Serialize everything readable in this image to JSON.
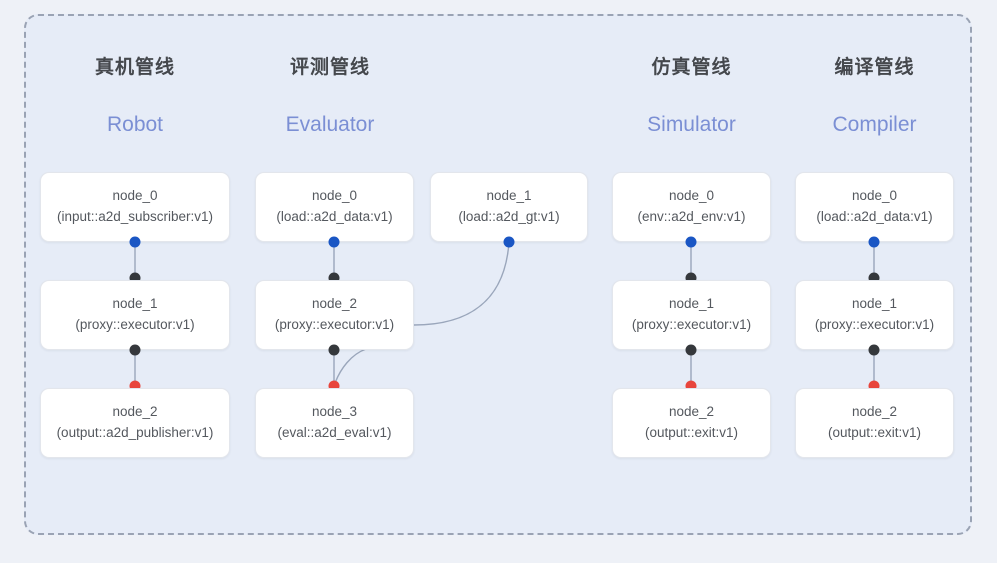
{
  "panel": {
    "border_style": "dashed",
    "background": "#e6ecf7",
    "border_color": "#9aa3b4"
  },
  "colors": {
    "port_blue": "#1a56c4",
    "port_black": "#35383c",
    "port_red": "#e8453c",
    "title_cn": "#45484d",
    "title_en": "#7b8fd4",
    "edge": "#9aa6bb",
    "node_text": "#54585e"
  },
  "columns": [
    {
      "id": "robot",
      "title_cn": "真机管线",
      "title_en": "Robot",
      "nodes": [
        {
          "name": "node_0",
          "type": "(input::a2d_subscriber:v1)"
        },
        {
          "name": "node_1",
          "type": "(proxy::executor:v1)"
        },
        {
          "name": "node_2",
          "type": "(output::a2d_publisher:v1)"
        }
      ]
    },
    {
      "id": "evaluator",
      "title_cn": "评测管线",
      "title_en": "Evaluator",
      "nodes": [
        {
          "name": "node_0",
          "type": "(load::a2d_data:v1)"
        },
        {
          "name": "node_1",
          "type": "(load::a2d_gt:v1)"
        },
        {
          "name": "node_2",
          "type": "(proxy::executor:v1)"
        },
        {
          "name": "node_3",
          "type": "(eval::a2d_eval:v1)"
        }
      ]
    },
    {
      "id": "simulator",
      "title_cn": "仿真管线",
      "title_en": "Simulator",
      "nodes": [
        {
          "name": "node_0",
          "type": "(env::a2d_env:v1)"
        },
        {
          "name": "node_1",
          "type": "(proxy::executor:v1)"
        },
        {
          "name": "node_2",
          "type": "(output::exit:v1)"
        }
      ]
    },
    {
      "id": "compiler",
      "title_cn": "编译管线",
      "title_en": "Compiler",
      "nodes": [
        {
          "name": "node_0",
          "type": "(load::a2d_data:v1)"
        },
        {
          "name": "node_1",
          "type": "(proxy::executor:v1)"
        },
        {
          "name": "node_2",
          "type": "(output::exit:v1)"
        }
      ]
    }
  ]
}
